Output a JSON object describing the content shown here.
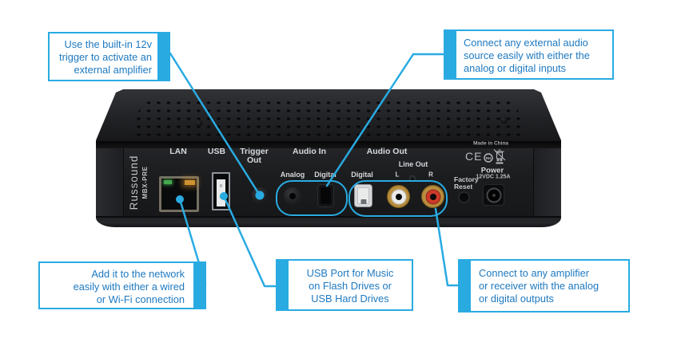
{
  "colors": {
    "accent_blue": "#29abe2",
    "callout_text_blue": "#1e79c0",
    "device_body": "#1b1c1e",
    "panel_label": "#d5d8db",
    "rca_left_center": "#ebebeb",
    "rca_right_center": "#cd3a29",
    "led_green": "#43a94e",
    "led_amber": "#cf9230"
  },
  "device": {
    "brand": "Russound",
    "model": "MBX-PRE",
    "labels": {
      "lan": "LAN",
      "usb": "USB",
      "trigger_line1": "Trigger",
      "trigger_line2": "Out",
      "audio_in": "Audio In",
      "audio_in_analog": "Analog",
      "audio_in_digital": "Digital",
      "audio_out": "Audio Out",
      "audio_out_digital": "Digital",
      "line_out": "Line Out",
      "line_out_left": "L",
      "line_out_right": "R",
      "factory_line1": "Factory",
      "factory_line2": "Reset",
      "made_in": "Made in China",
      "ce_mark": "CE",
      "rohs_mark": "RH",
      "power": "Power",
      "power_spec": "12VDC 1.25A"
    }
  },
  "callouts": {
    "trigger": {
      "lines": [
        "Use the built-in 12v",
        "trigger to activate an",
        "external amplifier"
      ]
    },
    "audio_in": {
      "lines": [
        "Connect any external audio",
        "source easily with either the",
        "analog or digital inputs"
      ]
    },
    "network": {
      "lines": [
        "Add it to the network",
        "easily with either a wired",
        "or Wi-Fi connection"
      ]
    },
    "usb": {
      "lines": [
        "USB Port for Music",
        "on Flash Drives or",
        "USB Hard Drives"
      ]
    },
    "audio_out": {
      "lines": [
        "Connect to any amplifier",
        "or receiver with the analog",
        "or digital outputs"
      ]
    }
  }
}
